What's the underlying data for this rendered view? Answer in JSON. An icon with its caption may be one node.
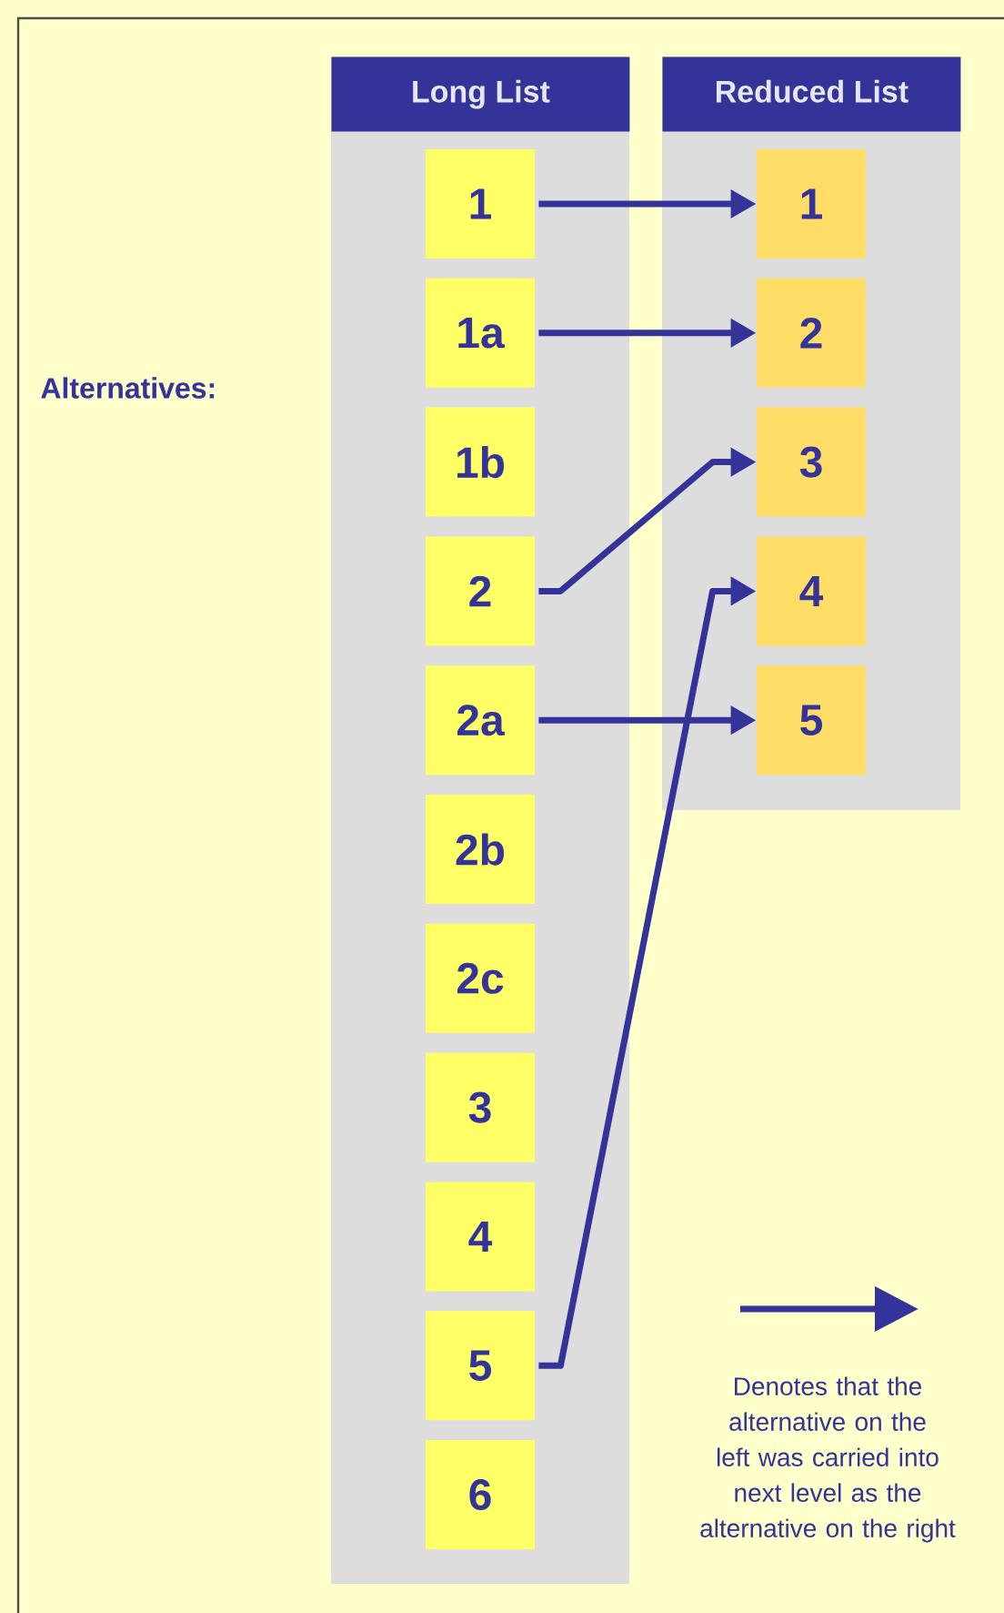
{
  "diagram": {
    "nodes": [
      {
        "text": [
          "Long List"
        ]
      },
      {
        "text": [
          "1"
        ],
        "in": 0
      },
      {
        "text": [
          "1a"
        ],
        "in": 0
      },
      {
        "text": [
          "1b"
        ],
        "in": 0
      },
      {
        "text": [
          "2"
        ],
        "in": 0
      },
      {
        "text": [
          "2a"
        ],
        "in": 0
      },
      {
        "text": [
          "2b"
        ],
        "in": 0
      },
      {
        "text": [
          "2c"
        ],
        "in": 0
      },
      {
        "text": [
          "3"
        ],
        "in": 0
      },
      {
        "text": [
          "4"
        ],
        "in": 0
      },
      {
        "text": [
          "5"
        ],
        "in": 0
      },
      {
        "text": [
          "6"
        ],
        "in": 0
      },
      {
        "text": [
          "Reduced List"
        ]
      },
      {
        "text": [
          "1"
        ],
        "in": 12
      },
      {
        "text": [
          "2"
        ],
        "in": 12
      },
      {
        "text": [
          "3"
        ],
        "in": 12
      },
      {
        "text": [
          "4"
        ],
        "in": 12
      },
      {
        "text": [
          "5"
        ],
        "in": 12
      }
    ],
    "edges": [
      {
        "from": 1,
        "to": 13,
        "arrow": "to"
      },
      {
        "from": 2,
        "to": 14,
        "arrow": "to"
      },
      {
        "from": 4,
        "to": 15,
        "arrow": "to"
      },
      {
        "from": 5,
        "to": 17,
        "arrow": "to"
      },
      {
        "from": 10,
        "to": 16,
        "arrow": "to"
      }
    ],
    "labels": [
      "Alternatives:"
    ],
    "legend": [
      {
        "text": "Denotes that the alternative on the left was carried into next level as  the alternative on the right"
      }
    ]
  }
}
